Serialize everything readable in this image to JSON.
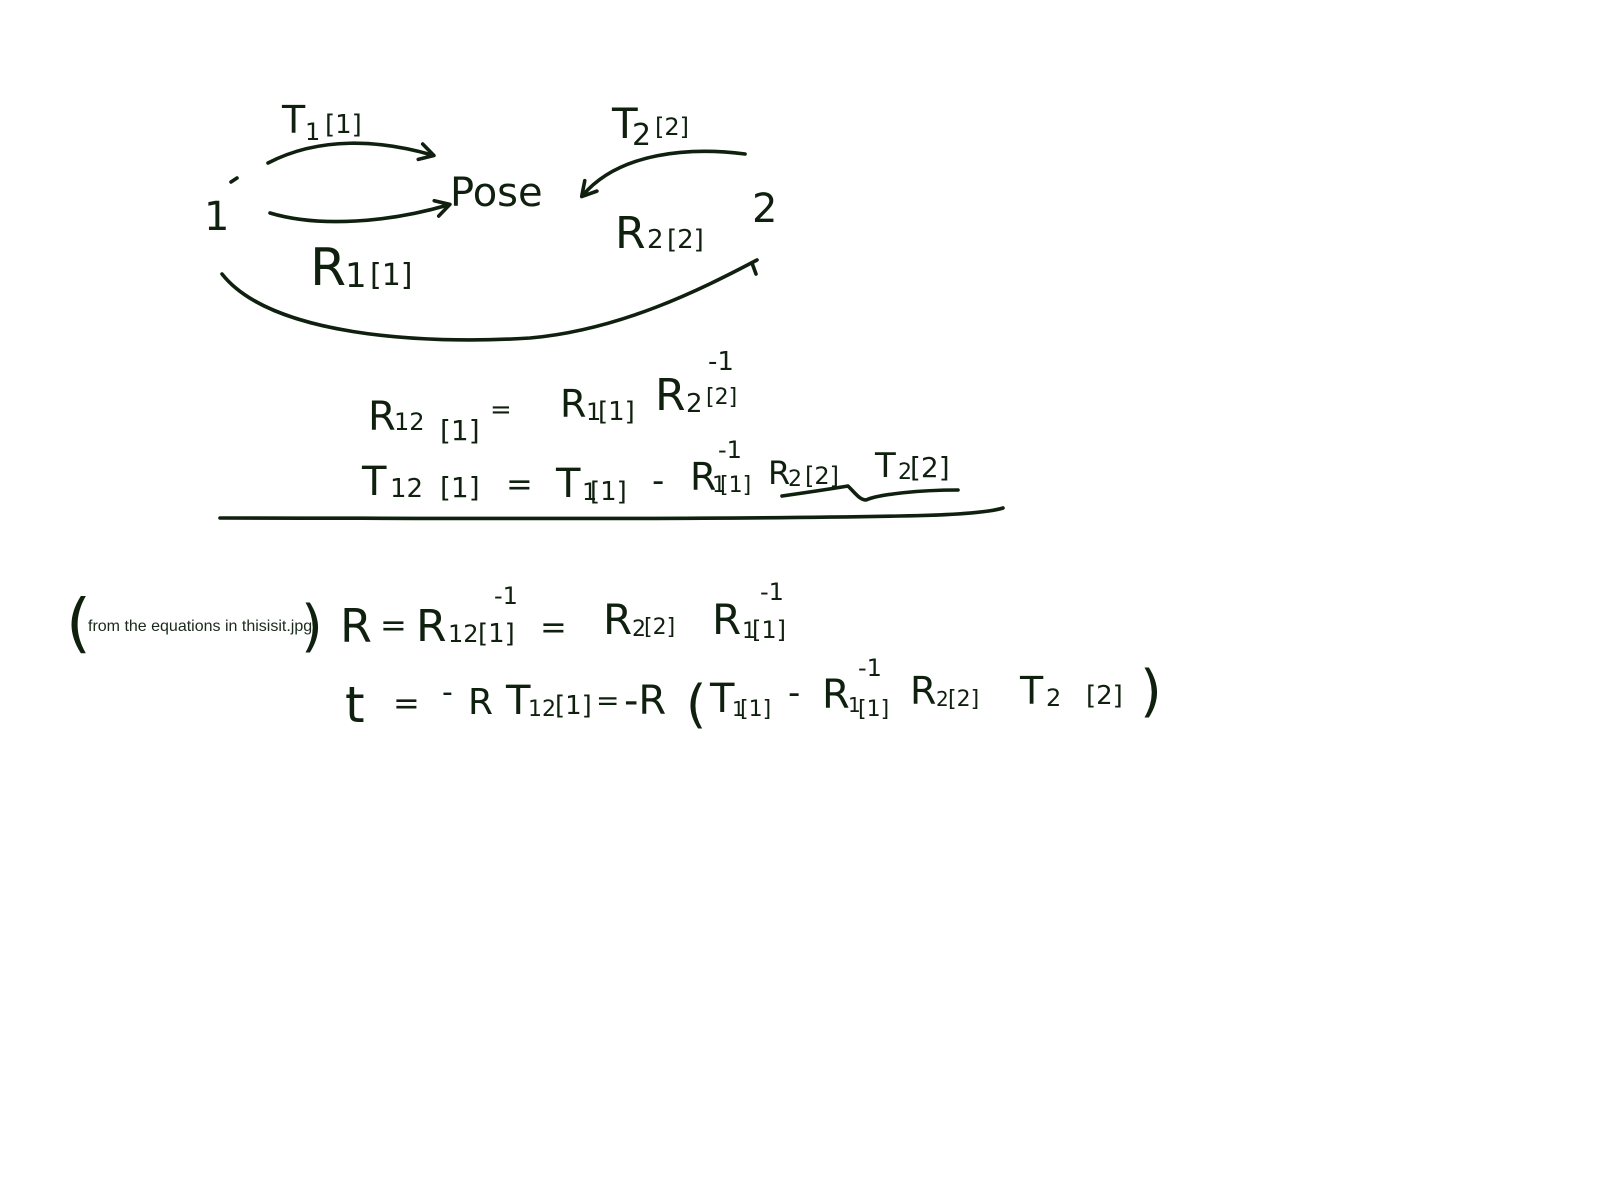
{
  "diagram": {
    "left_frame_label": "1",
    "right_frame_label": "2",
    "center_label": "Pose",
    "edge_top_left": {
      "main": "T",
      "sub": "1",
      "bracket": "[1]"
    },
    "edge_bottom_left": {
      "main": "R",
      "sub": "1",
      "bracket": "[1]"
    },
    "edge_top_right": {
      "main": "T",
      "sub": "2",
      "bracket": "[2]"
    },
    "edge_bottom_right": {
      "main": "R",
      "sub": "2",
      "bracket": "[2]"
    }
  },
  "equations_block_1": {
    "line1": {
      "lhs": {
        "main": "R",
        "sub": "12",
        "bracket": "[1]"
      },
      "eq": "=",
      "rhs_1": {
        "main": "R",
        "sub": "1",
        "bracket": "[1]"
      },
      "rhs_2": {
        "main": "R",
        "sub": "2",
        "bracket": "[2]",
        "sup": "-1"
      }
    },
    "line2": {
      "lhs": {
        "main": "T",
        "sub": "12",
        "bracket": "[1]"
      },
      "eq": "=",
      "rhs_1": {
        "main": "T",
        "sub": "1",
        "bracket": "[1]"
      },
      "minus": "-",
      "rhs_2": {
        "main": "R",
        "sub": "1",
        "bracket": "[1]",
        "sup": "-1"
      },
      "rhs_3": {
        "main": "R",
        "sub": "2",
        "bracket": "[2]"
      },
      "rhs_4": {
        "main": "T",
        "sub": "2",
        "bracket": "[2]"
      }
    }
  },
  "annotation": {
    "open_paren": "(",
    "text": "from the equations in thisisit.jpg",
    "close_paren": ")"
  },
  "equations_block_2": {
    "line1": {
      "lhs": "R",
      "eq1": "=",
      "mid": {
        "main": "R",
        "sub": "12",
        "bracket": "[1]",
        "sup": "-1"
      },
      "eq2": "=",
      "rhs_1": {
        "main": "R",
        "sub": "2",
        "bracket": "[2]"
      },
      "rhs_2": {
        "main": "R",
        "sub": "1",
        "bracket": "[1]",
        "sup": "-1"
      }
    },
    "line2": {
      "lhs": "t",
      "eq1": "=",
      "neg": "-",
      "r": "R",
      "mid": {
        "main": "T",
        "sub": "12",
        "bracket": "[1]"
      },
      "eq2": "=",
      "neg2": "-R",
      "lparen": "(",
      "t1": {
        "main": "T",
        "sub": "1",
        "bracket": "[1]"
      },
      "minus": "-",
      "r1": {
        "main": "R",
        "sub": "1",
        "bracket": "[1]",
        "sup": "-1"
      },
      "r2": {
        "main": "R",
        "sub": "2",
        "bracket": "[2]"
      },
      "t2": {
        "main": "T",
        "sub": "2",
        "bracket": "[2]"
      },
      "rparen": ")"
    }
  },
  "colors": {
    "ink": "#10200f",
    "background": "#ffffff"
  }
}
